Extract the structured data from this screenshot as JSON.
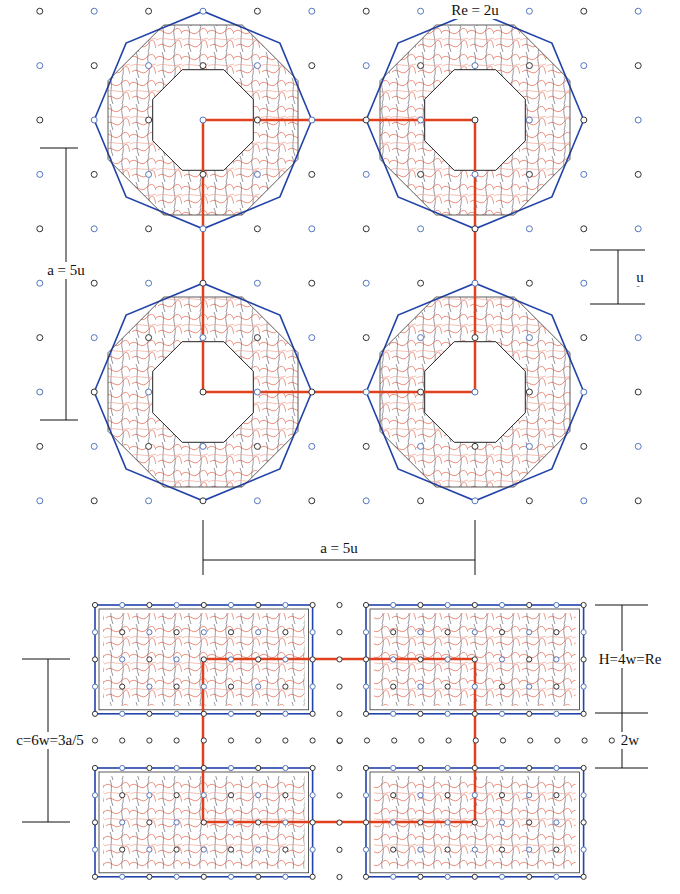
{
  "diagram": {
    "labels": [
      "Re = 2u",
      "a = 5u",
      "u",
      "a = 5u",
      "c=6w=3a/5",
      "H=4w=Re",
      "2w"
    ]
  }
}
